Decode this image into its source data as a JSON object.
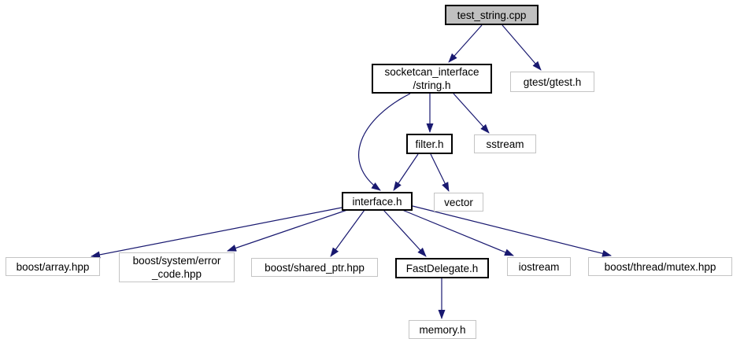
{
  "graph": {
    "type": "include-dependency-graph",
    "arrow_color": "#191970",
    "root_fill": "#c0c0c0",
    "documented_border_color": "#000000",
    "external_border_color": "#c4c4c4",
    "nodes": [
      {
        "id": "test_string_cpp",
        "label": "test_string.cpp",
        "kind": "root"
      },
      {
        "id": "socketcan_string_h",
        "label": "socketcan_interface\n/string.h",
        "kind": "documented"
      },
      {
        "id": "gtest_gtest_h",
        "label": "gtest/gtest.h",
        "kind": "external"
      },
      {
        "id": "filter_h",
        "label": "filter.h",
        "kind": "documented"
      },
      {
        "id": "sstream",
        "label": "sstream",
        "kind": "external"
      },
      {
        "id": "interface_h",
        "label": "interface.h",
        "kind": "documented"
      },
      {
        "id": "vector",
        "label": "vector",
        "kind": "external"
      },
      {
        "id": "boost_array_hpp",
        "label": "boost/array.hpp",
        "kind": "external"
      },
      {
        "id": "boost_error_code_hpp",
        "label": "boost/system/error\n_code.hpp",
        "kind": "external"
      },
      {
        "id": "boost_shared_ptr_hpp",
        "label": "boost/shared_ptr.hpp",
        "kind": "external"
      },
      {
        "id": "fastdelegate_h",
        "label": "FastDelegate.h",
        "kind": "documented"
      },
      {
        "id": "iostream",
        "label": "iostream",
        "kind": "external"
      },
      {
        "id": "boost_mutex_hpp",
        "label": "boost/thread/mutex.hpp",
        "kind": "external"
      },
      {
        "id": "memory_h",
        "label": "memory.h",
        "kind": "external"
      }
    ],
    "edges": [
      {
        "from": "test_string.cpp",
        "to": "socketcan_interface/string.h"
      },
      {
        "from": "test_string.cpp",
        "to": "gtest/gtest.h"
      },
      {
        "from": "socketcan_interface/string.h",
        "to": "filter.h"
      },
      {
        "from": "socketcan_interface/string.h",
        "to": "sstream"
      },
      {
        "from": "socketcan_interface/string.h",
        "to": "interface.h"
      },
      {
        "from": "filter.h",
        "to": "interface.h"
      },
      {
        "from": "filter.h",
        "to": "vector"
      },
      {
        "from": "interface.h",
        "to": "boost/array.hpp"
      },
      {
        "from": "interface.h",
        "to": "boost/system/error_code.hpp"
      },
      {
        "from": "interface.h",
        "to": "boost/shared_ptr.hpp"
      },
      {
        "from": "interface.h",
        "to": "FastDelegate.h"
      },
      {
        "from": "interface.h",
        "to": "iostream"
      },
      {
        "from": "interface.h",
        "to": "boost/thread/mutex.hpp"
      },
      {
        "from": "FastDelegate.h",
        "to": "memory.h"
      }
    ]
  }
}
